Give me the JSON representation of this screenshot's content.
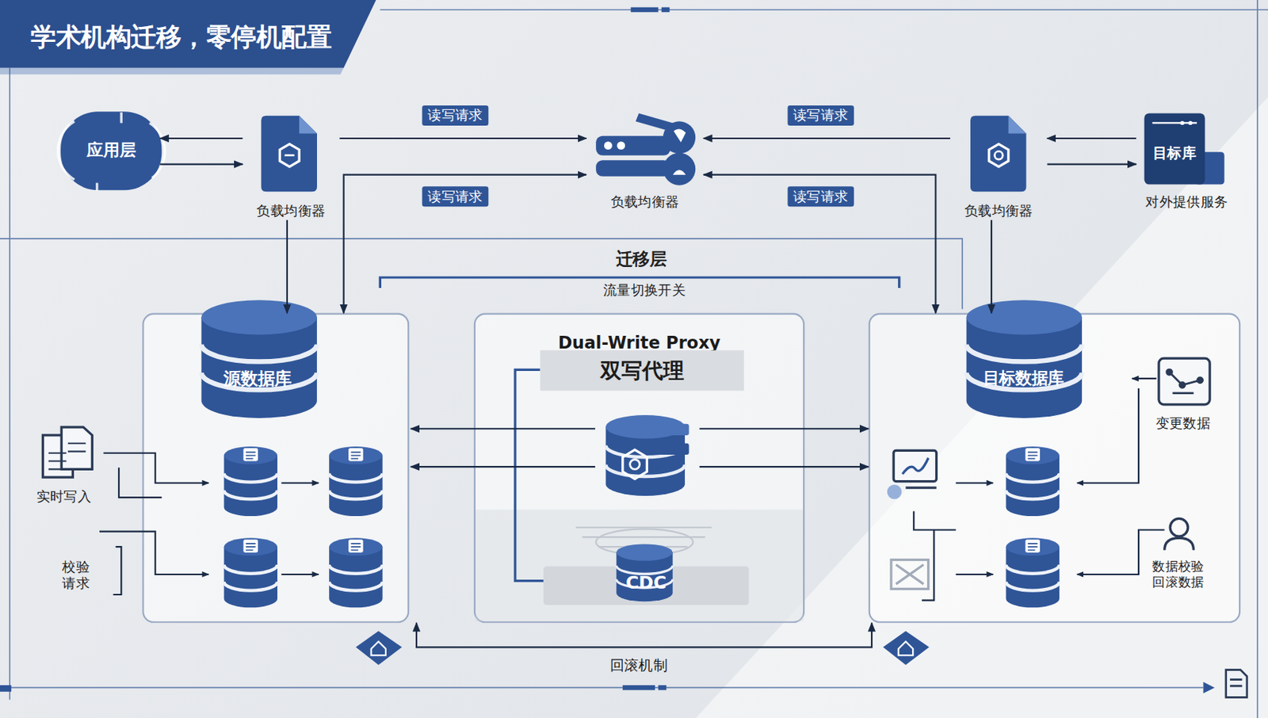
{
  "diagram": {
    "title": "学术机构迁移，零停机配置",
    "nodes": [
      {
        "text": [
          "应用层"
        ]
      },
      {
        "text": [
          "负载均衡器"
        ]
      },
      {
        "text": [
          "负载均衡器"
        ]
      },
      {
        "text": [
          "负载均衡器"
        ]
      },
      {
        "text": [
          "目标库",
          "对外提供服务"
        ]
      },
      {
        "text": [
          "源数据库"
        ]
      },
      {
        "text": [
          "Dual-Write Proxy",
          "双写代理"
        ]
      },
      {
        "text": [
          "CDC"
        ],
        "in": 6
      },
      {
        "text": [
          "目标数据库"
        ]
      }
    ],
    "edges": [
      {
        "from": 1,
        "to": 0,
        "arrow": "to"
      },
      {
        "from": 0,
        "to": 1,
        "arrow": "to"
      },
      {
        "from": 1,
        "to": 2,
        "label": "读写请求",
        "arrow": "to"
      },
      {
        "from": 2,
        "to": 5,
        "label": "读写请求",
        "arrow": "both"
      },
      {
        "from": 3,
        "to": 2,
        "label": "读写请求",
        "arrow": "to"
      },
      {
        "from": 2,
        "to": 8,
        "label": "读写请求",
        "arrow": "both"
      },
      {
        "from": 4,
        "to": 3,
        "arrow": "to"
      },
      {
        "from": 3,
        "to": 4,
        "arrow": "to"
      },
      {
        "from": 1,
        "to": 5,
        "arrow": "to"
      },
      {
        "from": 3,
        "to": 8,
        "arrow": "to"
      },
      {
        "from": 6,
        "to": 5,
        "arrow": "to"
      },
      {
        "from": 6,
        "to": 5,
        "arrow": "to"
      },
      {
        "from": 6,
        "to": 8,
        "arrow": "to"
      },
      {
        "from": 6,
        "to": 8,
        "arrow": "to"
      },
      {
        "from": 5,
        "to": 8,
        "label": "回滚机制",
        "arrow": "both"
      }
    ],
    "labels": [
      "迁移层",
      "流量切换开关",
      "实时写入",
      "校验请求",
      "变更数据",
      "数据校验 回滚数据"
    ]
  }
}
